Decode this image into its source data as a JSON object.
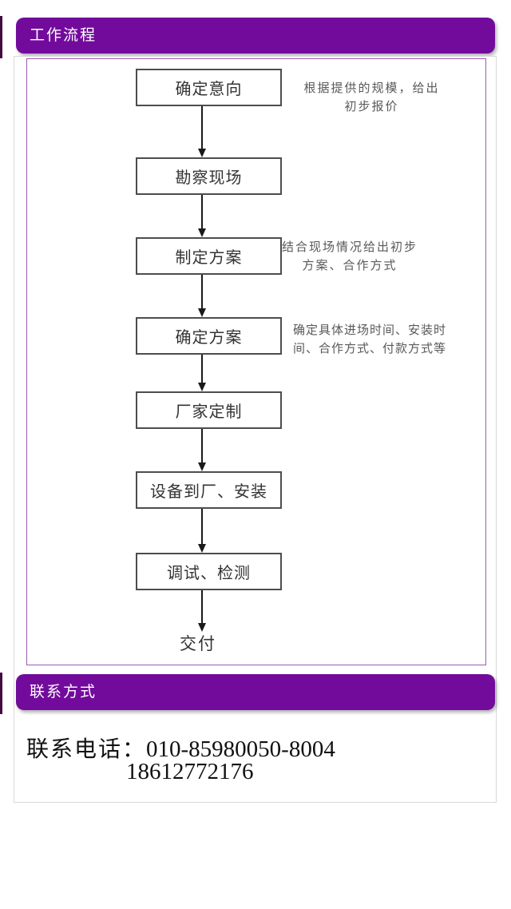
{
  "sections": {
    "workflow_title": "工作流程",
    "contact_title": "联系方式"
  },
  "flow": {
    "steps": [
      "确定意向",
      "勘察现场",
      "制定方案",
      "确定方案",
      "厂家定制",
      "设备到厂、安装",
      "调试、检测"
    ],
    "terminal": "交付",
    "notes": [
      {
        "lines": [
          "根据提供的规模，给出",
          "初步报价"
        ]
      },
      {
        "lines": [
          "结合现场情况给出初步",
          "方案、合作方式"
        ]
      },
      {
        "lines": [
          "确定具体进场时间、安装时",
          "间、合作方式、付款方式等"
        ]
      }
    ]
  },
  "contact": {
    "label": "联系电话：",
    "phone_line1": "010-85980050-8004",
    "phone_line2": "18612772176"
  },
  "colors": {
    "accent": "#720b9c",
    "panel_border": "#9a5cb4",
    "outer_border": "#d8d8d8",
    "box_border": "#4d4d4d",
    "note_text": "#595959"
  }
}
